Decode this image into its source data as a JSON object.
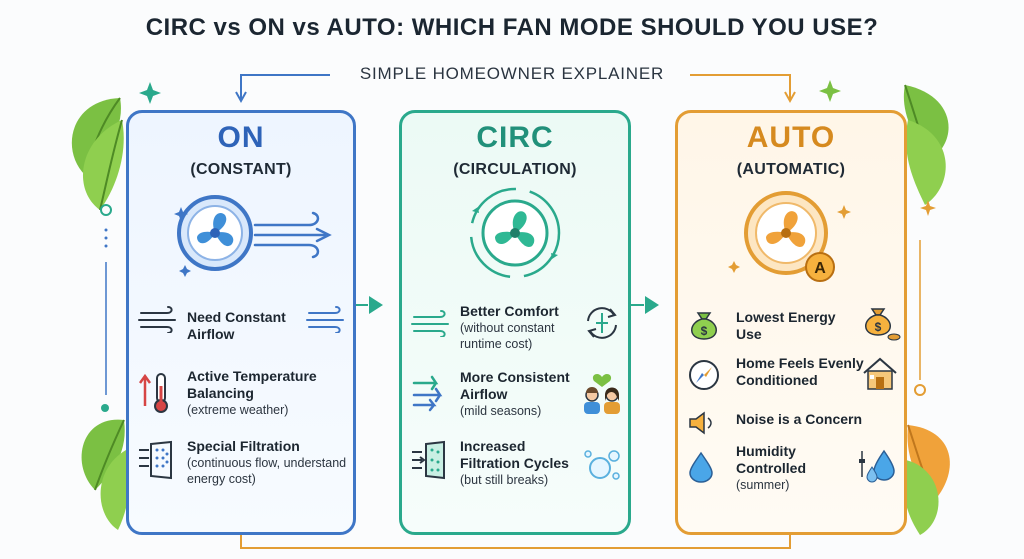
{
  "header": {
    "title": "CIRC vs ON vs AUTO: WHICH FAN MODE SHOULD YOU USE?",
    "subtitle": "SIMPLE HOMEOWNER EXPLAINER"
  },
  "colors": {
    "on": "#3f76c6",
    "circ": "#2aa98c",
    "auto": "#e39d34",
    "leaf": "#7bc043"
  },
  "cards": [
    {
      "mode": "ON",
      "subtitle": "(CONSTANT)",
      "hero_icon": "fan-wind-icon",
      "items": [
        {
          "title": "Need Constant Airflow",
          "detail": "",
          "icon": "wind-icon",
          "icon_right": "wind-icon"
        },
        {
          "title": "Active Temperature Balancing",
          "detail": "(extreme weather)",
          "icon": "thermometer-icon",
          "icon_right": ""
        },
        {
          "title": "Special Filtration",
          "detail": "(continuous flow, understand energy cost)",
          "icon": "filter-icon",
          "icon_right": ""
        }
      ]
    },
    {
      "mode": "CIRC",
      "subtitle": "(CIRCULATION)",
      "hero_icon": "fan-cycle-icon",
      "items": [
        {
          "title": "Better Comfort",
          "detail": "(without constant runtime cost)",
          "icon": "wind-icon",
          "icon_right": "cycle-icon"
        },
        {
          "title": "More Consistent Airflow",
          "detail": "(mild seasons)",
          "icon": "airflow-arrows-icon",
          "icon_right": "family-icon"
        },
        {
          "title": "Increased Filtration Cycles",
          "detail": "(but still breaks)",
          "icon": "filter-icon",
          "icon_right": "bubbles-icon"
        }
      ]
    },
    {
      "mode": "AUTO",
      "subtitle": "(AUTOMATIC)",
      "hero_icon": "fan-auto-icon",
      "items": [
        {
          "title": "Lowest Energy Use",
          "detail": "",
          "icon": "money-bag-icon",
          "icon_right": "money-bag-icon"
        },
        {
          "title": "Home Feels Evenly Conditioned",
          "detail": "",
          "icon": "compass-icon",
          "icon_right": "house-icon"
        },
        {
          "title": "Noise is a Concern",
          "detail": "",
          "icon": "speaker-icon",
          "icon_right": ""
        },
        {
          "title": "Humidity Controlled",
          "detail": "(summer)",
          "icon": "droplet-icon",
          "icon_right": "droplets-icon"
        }
      ]
    }
  ]
}
